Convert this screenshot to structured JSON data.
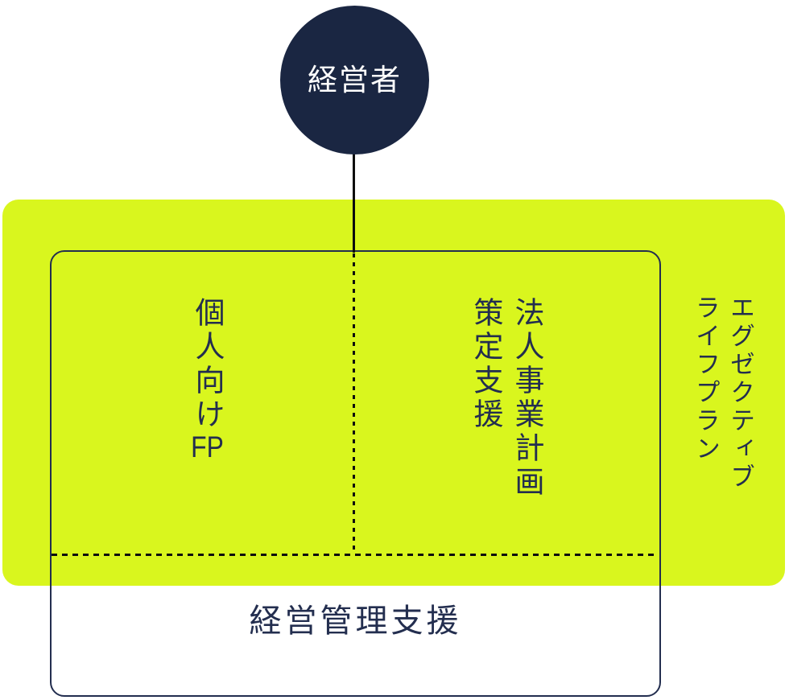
{
  "colors": {
    "yellow": "#d9f61e",
    "navy": "#1a2642",
    "ink": "#232e4f",
    "line": "#0d0d0d",
    "white": "#ffffff"
  },
  "diagram": {
    "top_node": {
      "label": "経営者"
    },
    "panel": {
      "personal": {
        "main": "個人向け",
        "latin": "FP"
      },
      "corporate": {
        "line1": "法人事業計画",
        "line2": "策定支援"
      },
      "executive": {
        "line1": "エグゼクティブ",
        "line2": "ライフプラン"
      },
      "management": {
        "label": "経営管理支援"
      }
    }
  }
}
